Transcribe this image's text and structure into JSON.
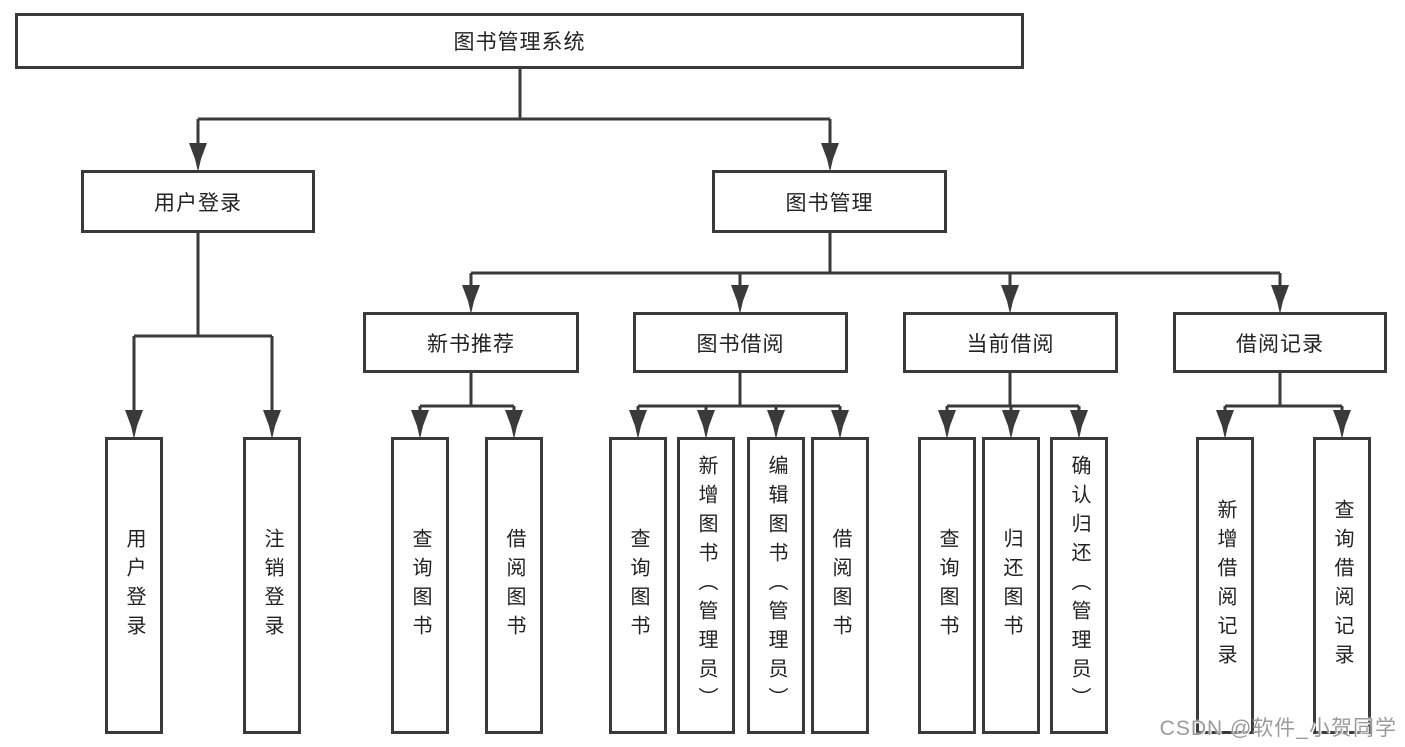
{
  "tree": {
    "root": {
      "label": "图书管理系统"
    },
    "children": [
      {
        "label": "用户登录",
        "children": [
          {
            "label": "用户登录"
          },
          {
            "label": "注销登录"
          }
        ]
      },
      {
        "label": "图书管理",
        "children": [
          {
            "label": "新书推荐",
            "children": [
              {
                "label": "查询图书"
              },
              {
                "label": "借阅图书"
              }
            ]
          },
          {
            "label": "图书借阅",
            "children": [
              {
                "label": "查询图书"
              },
              {
                "label": "新增图书（管理员）"
              },
              {
                "label": "编辑图书（管理员）"
              },
              {
                "label": "借阅图书"
              }
            ]
          },
          {
            "label": "当前借阅",
            "children": [
              {
                "label": "查询图书"
              },
              {
                "label": "归还图书"
              },
              {
                "label": "确认归还（管理员）"
              }
            ]
          },
          {
            "label": "借阅记录",
            "children": [
              {
                "label": "新增借阅记录"
              },
              {
                "label": "查询借阅记录"
              }
            ]
          }
        ]
      }
    ]
  },
  "watermark": {
    "text": "CSDN @软件_小贺同学",
    "color": "#9b9b9b"
  },
  "colors": {
    "line": "#3a3a3a",
    "box_border": "#3a3a3a",
    "text": "#222222",
    "background": "#ffffff"
  }
}
